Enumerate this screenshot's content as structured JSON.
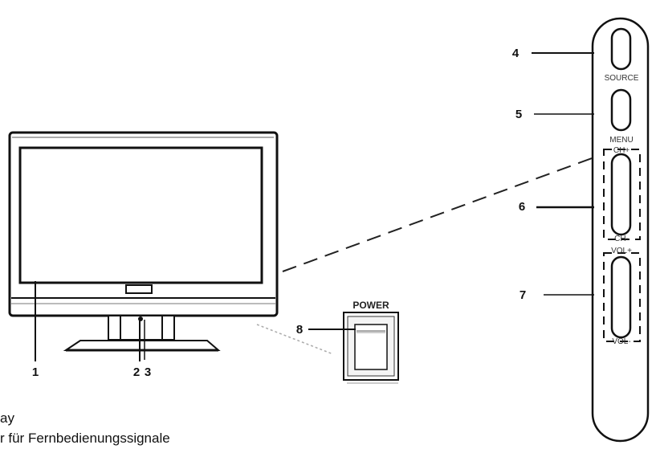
{
  "callouts": [
    "1",
    "2",
    "3",
    "4",
    "5",
    "6",
    "7",
    "8"
  ],
  "panel_labels": {
    "source": "SOURCE",
    "menu": "MENU",
    "ch_plus": "CH+",
    "ch_minus": "CH-",
    "vol_plus": "VOL+",
    "vol_minus": "VOL-"
  },
  "power_label": "POWER",
  "legend": {
    "line1": "ay",
    "line2": "r für Fernbedienungssignale"
  },
  "colors": {
    "ink": "#111111",
    "gray_line": "#999999",
    "shade": "#dddddd"
  }
}
